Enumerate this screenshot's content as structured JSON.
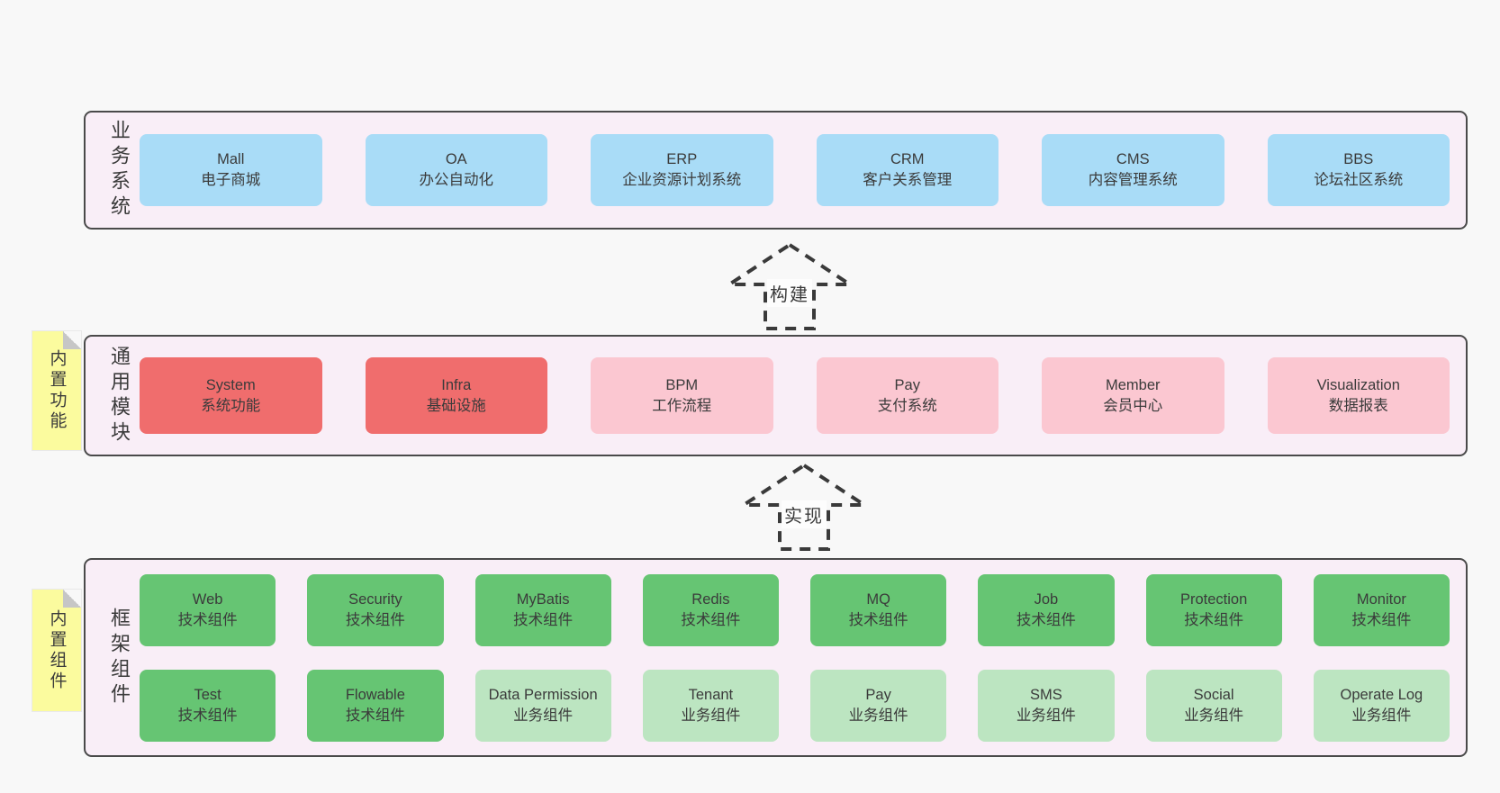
{
  "colors": {
    "page_bg": "#f8f8f8",
    "panel_bg": "#f9eef7",
    "panel_border": "#4a4a4a",
    "system_blue": "#a9dcf7",
    "module_red": "#f06d6d",
    "module_pink": "#fbc7d1",
    "component_green": "#66c573",
    "component_light_green": "#bce5c1",
    "note_yellow": "#fbfb9e",
    "text": "#3b3b3b"
  },
  "layers": {
    "business": {
      "label": "业务系统",
      "boxes": [
        {
          "name": "Mall",
          "sub": "电子商城"
        },
        {
          "name": "OA",
          "sub": "办公自动化"
        },
        {
          "name": "ERP",
          "sub": "企业资源计划系统"
        },
        {
          "name": "CRM",
          "sub": "客户关系管理"
        },
        {
          "name": "CMS",
          "sub": "内容管理系统"
        },
        {
          "name": "BBS",
          "sub": "论坛社区系统"
        }
      ]
    },
    "modules": {
      "label": "通用模块",
      "note": "内置功能",
      "boxes": [
        {
          "name": "System",
          "sub": "系统功能"
        },
        {
          "name": "Infra",
          "sub": "基础设施"
        },
        {
          "name": "BPM",
          "sub": "工作流程"
        },
        {
          "name": "Pay",
          "sub": "支付系统"
        },
        {
          "name": "Member",
          "sub": "会员中心"
        },
        {
          "name": "Visualization",
          "sub": "数据报表"
        }
      ]
    },
    "components": {
      "label": "框架组件",
      "note": "内置组件",
      "row1": [
        {
          "name": "Web",
          "sub": "技术组件"
        },
        {
          "name": "Security",
          "sub": "技术组件"
        },
        {
          "name": "MyBatis",
          "sub": "技术组件"
        },
        {
          "name": "Redis",
          "sub": "技术组件"
        },
        {
          "name": "MQ",
          "sub": "技术组件"
        },
        {
          "name": "Job",
          "sub": "技术组件"
        },
        {
          "name": "Protection",
          "sub": "技术组件"
        },
        {
          "name": "Monitor",
          "sub": "技术组件"
        }
      ],
      "row2": [
        {
          "name": "Test",
          "sub": "技术组件"
        },
        {
          "name": "Flowable",
          "sub": "技术组件"
        },
        {
          "name": "Data Permission",
          "sub": "业务组件"
        },
        {
          "name": "Tenant",
          "sub": "业务组件"
        },
        {
          "name": "Pay",
          "sub": "业务组件"
        },
        {
          "name": "SMS",
          "sub": "业务组件"
        },
        {
          "name": "Social",
          "sub": "业务组件"
        },
        {
          "name": "Operate Log",
          "sub": "业务组件"
        }
      ]
    }
  },
  "arrows": {
    "build": "构建",
    "implement": "实现"
  }
}
